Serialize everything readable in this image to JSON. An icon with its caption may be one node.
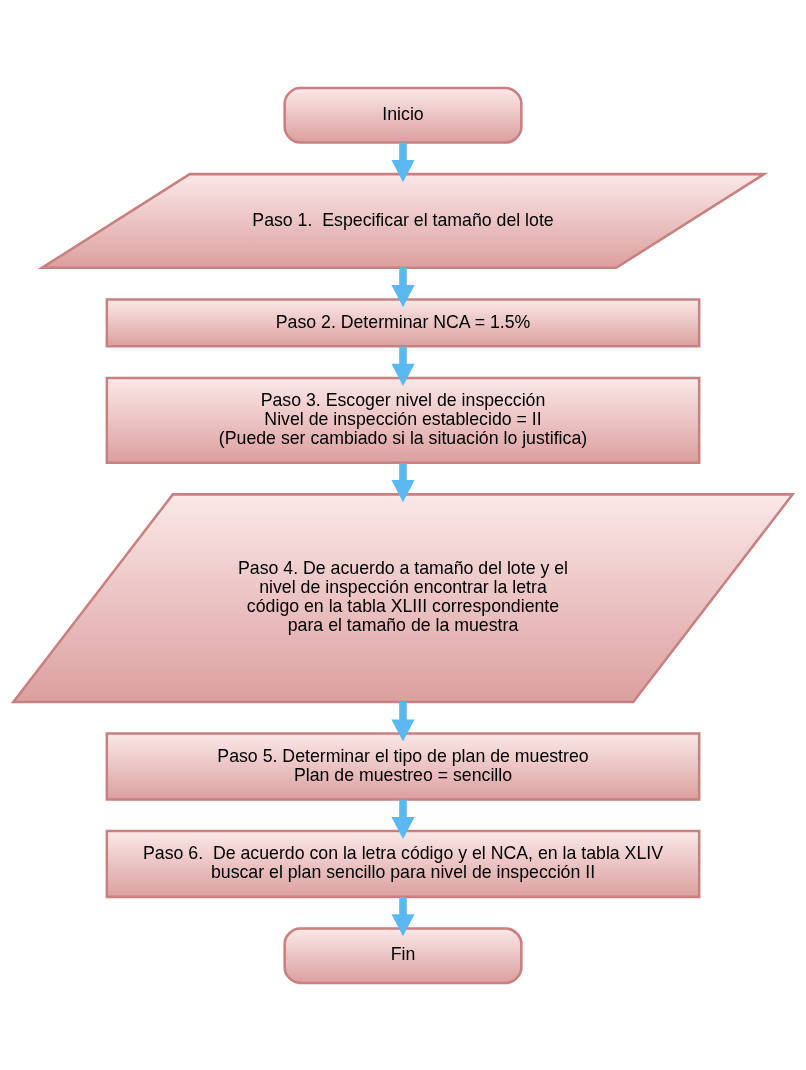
{
  "diagram": {
    "nodes": [
      {
        "text": [
          "Inicio"
        ]
      },
      {
        "text": [
          "Paso 1.  Especificar el tamaño del lote"
        ]
      },
      {
        "text": [
          "Paso 2. Determinar NCA = 1.5%"
        ]
      },
      {
        "text": [
          "Paso 3. Escoger nivel de inspección",
          "Nivel de inspección establecido = II",
          "(Puede ser cambiado si la situación lo justifica)"
        ]
      },
      {
        "text": [
          "Paso 4. De acuerdo a tamaño del lote y el nivel de inspección encontrar la letra código en la tabla XLIII correspondiente para el tamaño de la muestra"
        ]
      },
      {
        "text": [
          "Paso 5. Determinar el tipo de plan de muestreo",
          "Plan de muestreo = sencillo"
        ]
      },
      {
        "text": [
          "Paso 6.  De acuerdo con la letra código y el NCA, en la tabla XLIV buscar el plan sencillo para nivel de inspección II"
        ]
      },
      {
        "text": [
          "Fin"
        ]
      }
    ],
    "edges": [
      {
        "from": 0,
        "to": 1,
        "arrow": "to"
      },
      {
        "from": 1,
        "to": 2,
        "arrow": "to"
      },
      {
        "from": 2,
        "to": 3,
        "arrow": "to"
      },
      {
        "from": 3,
        "to": 4,
        "arrow": "to"
      },
      {
        "from": 4,
        "to": 5,
        "arrow": "to"
      },
      {
        "from": 5,
        "to": 6,
        "arrow": "to"
      },
      {
        "from": 6,
        "to": 7,
        "arrow": "to"
      }
    ]
  }
}
